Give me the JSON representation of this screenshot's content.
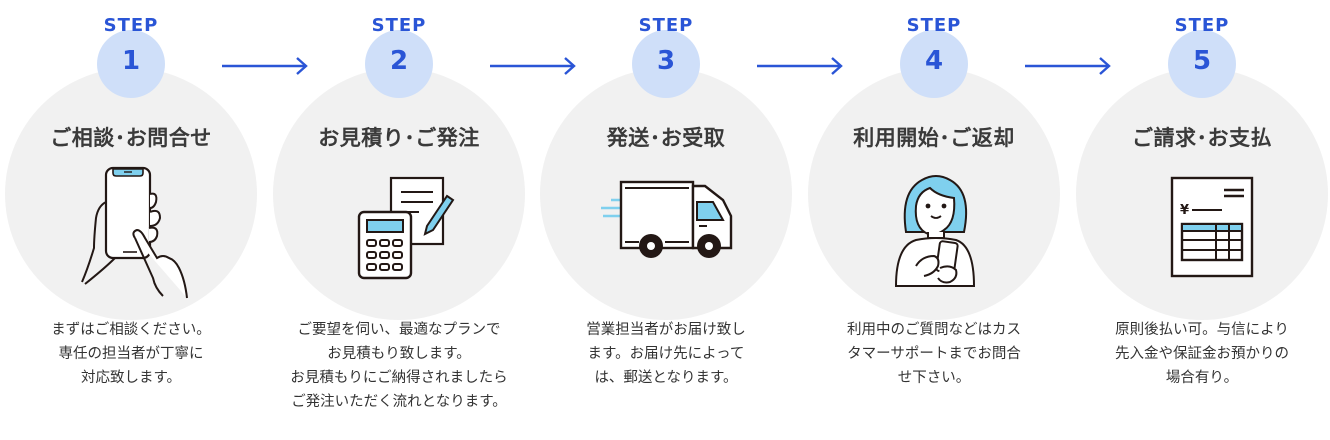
{
  "step_prefix": "STEP",
  "colors": {
    "accent": "#2a55d6",
    "number_circle": "#cfdff9",
    "step_circle": "#f1f1f1",
    "illustration_blue": "#7fd0ee",
    "text": "#333333"
  },
  "steps": [
    {
      "number": "1",
      "title": "ご相談･お問合せ",
      "icon": "smartphone-hand-icon",
      "description": [
        "まずはご相談ください。",
        "専任の担当者が丁寧に",
        "対応致します。"
      ]
    },
    {
      "number": "2",
      "title": "お見積り･ご発注",
      "icon": "calculator-document-icon",
      "description": [
        "ご要望を伺い、最適なプランで",
        "お見積もり致します。",
        "お見積もりにご納得されましたら",
        "ご発注いただく流れとなります。"
      ]
    },
    {
      "number": "3",
      "title": "発送･お受取",
      "icon": "delivery-truck-icon",
      "description": [
        "営業担当者がお届け致し",
        "ます。お届け先によって",
        "は、郵送となります。"
      ]
    },
    {
      "number": "4",
      "title": "利用開始･ご返却",
      "icon": "woman-smartphone-icon",
      "description": [
        "利用中のご質問などはカス",
        "タマーサポートまでお問合",
        "せ下さい。"
      ]
    },
    {
      "number": "5",
      "title": "ご請求･お支払",
      "icon": "invoice-icon",
      "description": [
        "原則後払い可。与信により",
        "先入金や保証金お預かりの",
        "場合有り。"
      ]
    }
  ],
  "connectors": [
    "arrow-right-icon",
    "arrow-right-icon",
    "arrow-right-icon",
    "arrow-right-icon"
  ]
}
